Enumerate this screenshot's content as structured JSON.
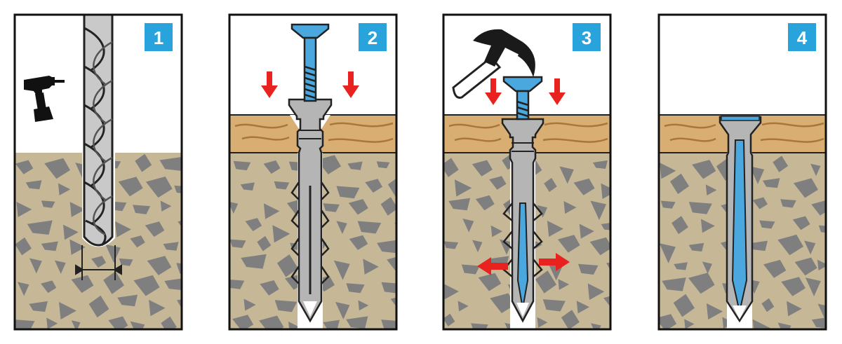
{
  "steps": [
    {
      "number": "1",
      "tool_icon": "drill-icon",
      "action": "drill-hole"
    },
    {
      "number": "2",
      "tool_icon": "down-arrow-icon",
      "action": "insert-anchor"
    },
    {
      "number": "3",
      "tool_icon": "hammer-icon",
      "action": "hammer-in-screw"
    },
    {
      "number": "4",
      "tool_icon": "",
      "action": "installed"
    }
  ],
  "colors": {
    "badge": "#29a3db",
    "screw": "#4aa8df",
    "arrow": "#e8231f",
    "concrete": "#c6b797",
    "stone": "#7f7f7f",
    "wood": "#d9ae73",
    "wood_grain": "#a9763e",
    "sleeve": "#b5b5b5",
    "outline": "#222222"
  }
}
